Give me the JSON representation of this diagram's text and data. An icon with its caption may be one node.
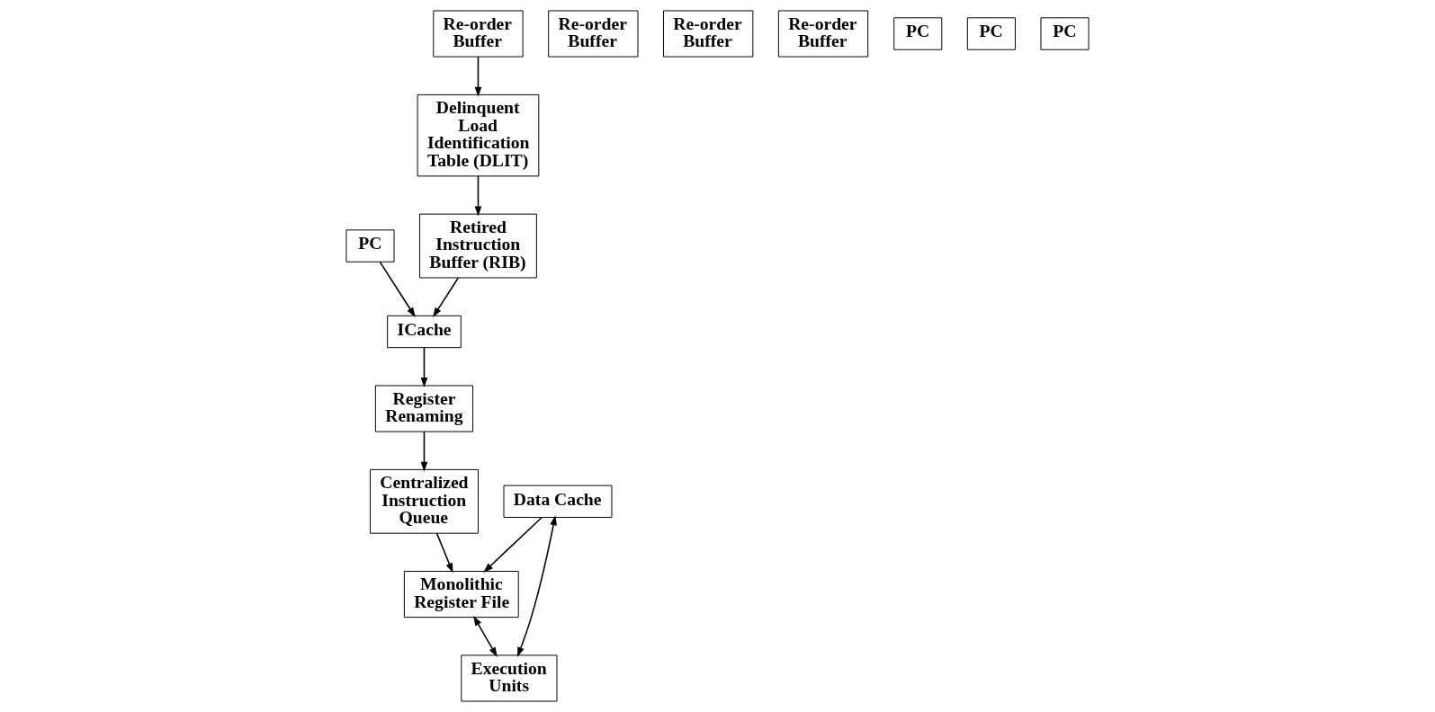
{
  "diagram": {
    "nodes": [
      {
        "text": [
          "Retired Instruction Buffer (RIB)"
        ]
      },
      {
        "text": [
          "Delinquent Load Identification Table (DLIT)"
        ]
      },
      {
        "text": [
          "Re-order Buffer"
        ]
      },
      {
        "text": [
          "Re-order Buffer"
        ]
      },
      {
        "text": [
          "Re-order Buffer"
        ]
      },
      {
        "text": [
          "Re-order Buffer"
        ]
      },
      {
        "text": [
          "Register Renaming"
        ]
      },
      {
        "text": [
          "Centralized Instruction Queue"
        ]
      },
      {
        "text": [
          "Data Cache"
        ]
      },
      {
        "text": [
          "PC"
        ]
      },
      {
        "text": [
          "PC"
        ]
      },
      {
        "text": [
          "PC"
        ]
      },
      {
        "text": [
          "PC"
        ]
      },
      {
        "text": [
          "ICache"
        ]
      },
      {
        "text": [
          "Monolithic Register File"
        ]
      },
      {
        "text": [
          "Execution Units"
        ]
      }
    ],
    "edges": [
      {
        "from": 5,
        "to": 1,
        "arrow": "to"
      },
      {
        "from": 1,
        "to": 0,
        "arrow": "to"
      },
      {
        "from": 0,
        "to": 13,
        "arrow": "to"
      },
      {
        "from": 12,
        "to": 13,
        "arrow": "to"
      },
      {
        "from": 13,
        "to": 6,
        "arrow": "to"
      },
      {
        "from": 6,
        "to": 7,
        "arrow": "to"
      },
      {
        "from": 7,
        "to": 14,
        "arrow": "to"
      },
      {
        "from": 8,
        "to": 14,
        "arrow": "to"
      },
      {
        "from": 8,
        "to": 15,
        "arrow": "both"
      },
      {
        "from": 14,
        "to": 15,
        "arrow": "both"
      }
    ]
  }
}
